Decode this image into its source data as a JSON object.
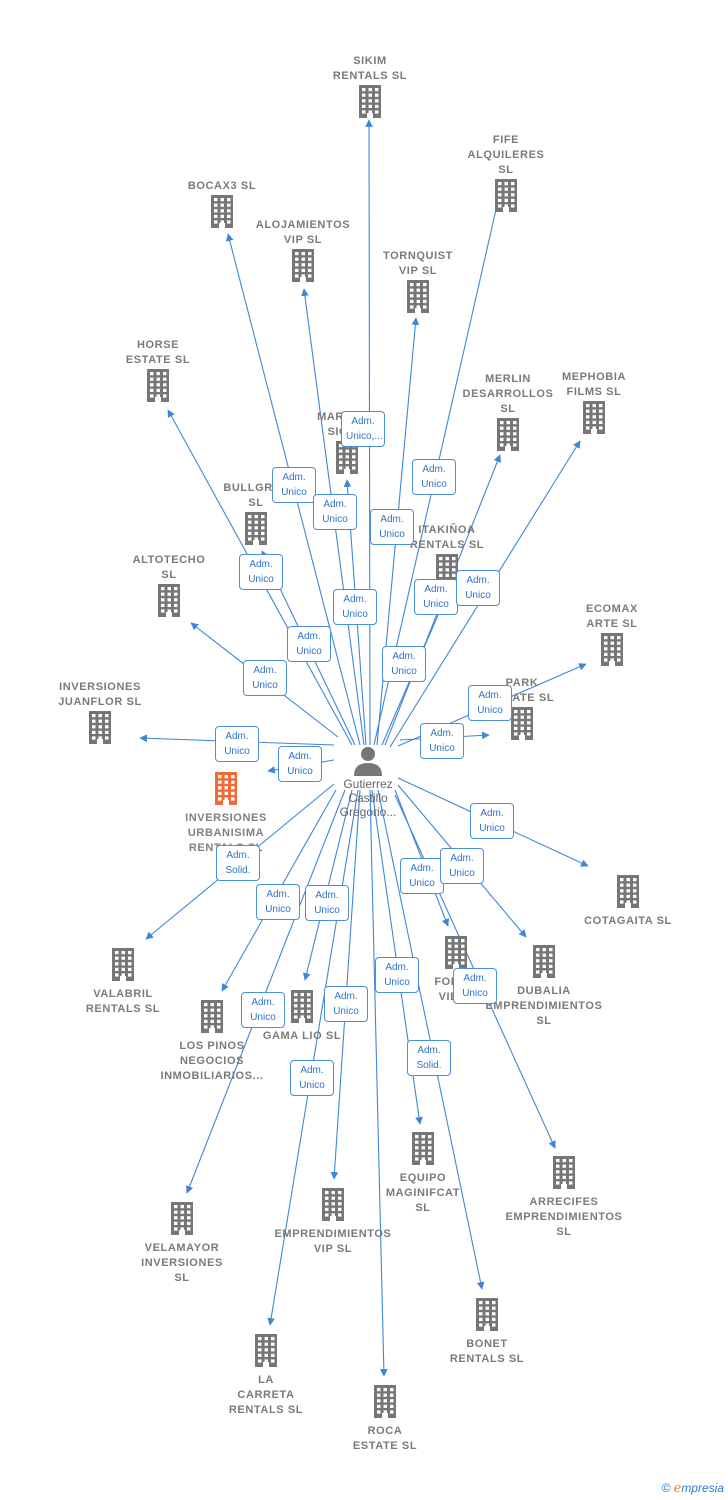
{
  "center": {
    "lines": [
      "Gutierrez",
      "Castillo",
      "Gregorio..."
    ]
  },
  "colors": {
    "edge": "#3f86d8",
    "building": "#767676",
    "highlight": "#f26a35"
  },
  "nodes": [
    {
      "id": "sikim",
      "lines": [
        "SIKIM",
        "RENTALS  SL"
      ]
    },
    {
      "id": "fife",
      "lines": [
        "FIFE",
        "ALQUILERES",
        "SL"
      ]
    },
    {
      "id": "bocax3",
      "lines": [
        "BOCAX3  SL"
      ]
    },
    {
      "id": "alojamientos",
      "lines": [
        "ALOJAMIENTOS",
        "VIP  SL"
      ]
    },
    {
      "id": "tornquist",
      "lines": [
        "TORNQUIST",
        "VIP  SL"
      ]
    },
    {
      "id": "horse",
      "lines": [
        "HORSE",
        "ESTATE  SL"
      ]
    },
    {
      "id": "merlin",
      "lines": [
        "MERLIN",
        "DESARROLLOS",
        "SL"
      ]
    },
    {
      "id": "mephobia",
      "lines": [
        "MEPHOBIA",
        "FILMS  SL"
      ]
    },
    {
      "id": "maritima",
      "lines": [
        "MARITIMA",
        "SIGMA"
      ]
    },
    {
      "id": "bullgraz",
      "lines": [
        "BULLGRAZ",
        "SL"
      ]
    },
    {
      "id": "itakinoa",
      "lines": [
        "ITAKIÑOA",
        "RENTALS  SL"
      ]
    },
    {
      "id": "altotecho",
      "lines": [
        "ALTOTECHO",
        "SL"
      ]
    },
    {
      "id": "ecomax",
      "lines": [
        "ECOMAX",
        "ARTE  SL"
      ]
    },
    {
      "id": "juanflor",
      "lines": [
        "INVERSIONES",
        "JUANFLOR  SL"
      ]
    },
    {
      "id": "park",
      "lines": [
        "PARK",
        "ESTATE  SL"
      ]
    },
    {
      "id": "urbanisima",
      "lines": [
        "INVERSIONES",
        "URBANISIMA",
        "RENTALS  SL"
      ],
      "highlight": true
    },
    {
      "id": "cotagaita",
      "lines": [
        "COTAGAITA  SL"
      ]
    },
    {
      "id": "valabril",
      "lines": [
        "VALABRIL",
        "RENTALS  SL"
      ]
    },
    {
      "id": "forma",
      "lines": [
        "FORMA",
        "VIEJA"
      ]
    },
    {
      "id": "dubalia",
      "lines": [
        "DUBALIA",
        "EMPRENDIMIENTOS",
        "SL"
      ]
    },
    {
      "id": "gamalio",
      "lines": [
        "GAMA LIO  SL"
      ]
    },
    {
      "id": "lospinos",
      "lines": [
        "LOS PINOS",
        "NEGOCIOS",
        "INMOBILIARIOS..."
      ]
    },
    {
      "id": "equipo",
      "lines": [
        "EQUIPO",
        "MAGINIFCAT",
        "SL"
      ]
    },
    {
      "id": "arrecifes",
      "lines": [
        "ARRECIFES",
        "EMPRENDIMIENTOS",
        "SL"
      ]
    },
    {
      "id": "velamayor",
      "lines": [
        "VELAMAYOR",
        "INVERSIONES",
        "SL"
      ]
    },
    {
      "id": "emprvip",
      "lines": [
        "EMPRENDIMIENTOS",
        "VIP  SL"
      ]
    },
    {
      "id": "bonet",
      "lines": [
        "BONET",
        "RENTALS  SL"
      ]
    },
    {
      "id": "lacarreta",
      "lines": [
        "LA",
        "CARRETA",
        "RENTALS  SL"
      ]
    },
    {
      "id": "roca",
      "lines": [
        "ROCA",
        "ESTATE  SL"
      ]
    }
  ],
  "badges": [
    {
      "lines": [
        "Adm.",
        "Unico,..."
      ]
    },
    {
      "lines": [
        "Adm.",
        "Unico"
      ]
    },
    {
      "lines": [
        "Adm.",
        "Unico"
      ]
    },
    {
      "lines": [
        "Adm.",
        "Unico"
      ]
    },
    {
      "lines": [
        "Adm.",
        "Unico"
      ]
    },
    {
      "lines": [
        "Adm.",
        "Unico"
      ]
    },
    {
      "lines": [
        "Adm.",
        "Unico"
      ]
    },
    {
      "lines": [
        "Adm.",
        "Unico"
      ]
    },
    {
      "lines": [
        "Adm.",
        "Unico"
      ]
    },
    {
      "lines": [
        "Adm.",
        "Unico"
      ]
    },
    {
      "lines": [
        "Adm.",
        "Unico"
      ]
    },
    {
      "lines": [
        "Adm.",
        "Unico"
      ]
    },
    {
      "lines": [
        "Adm.",
        "Unico"
      ]
    },
    {
      "lines": [
        "Adm.",
        "Unico"
      ]
    },
    {
      "lines": [
        "Adm.",
        "Unico"
      ]
    },
    {
      "lines": [
        "Adm.",
        "Unico"
      ]
    },
    {
      "lines": [
        "Adm.",
        "Solid."
      ]
    },
    {
      "lines": [
        "Adm.",
        "Unico"
      ]
    },
    {
      "lines": [
        "Adm.",
        "Unico"
      ]
    },
    {
      "lines": [
        "Adm.",
        "Unico"
      ]
    },
    {
      "lines": [
        "Adm.",
        "Unico"
      ]
    },
    {
      "lines": [
        "Adm.",
        "Unico"
      ]
    },
    {
      "lines": [
        "Adm.",
        "Unico"
      ]
    },
    {
      "lines": [
        "Adm.",
        "Unico"
      ]
    },
    {
      "lines": [
        "Adm.",
        "Unico"
      ]
    },
    {
      "lines": [
        "Adm.",
        "Unico"
      ]
    },
    {
      "lines": [
        "Adm.",
        "Solid."
      ]
    },
    {
      "lines": [
        "Adm.",
        "Unico"
      ]
    }
  ],
  "footer": {
    "copyright": "©",
    "brand_first": "e",
    "brand_rest": "mpresia"
  }
}
